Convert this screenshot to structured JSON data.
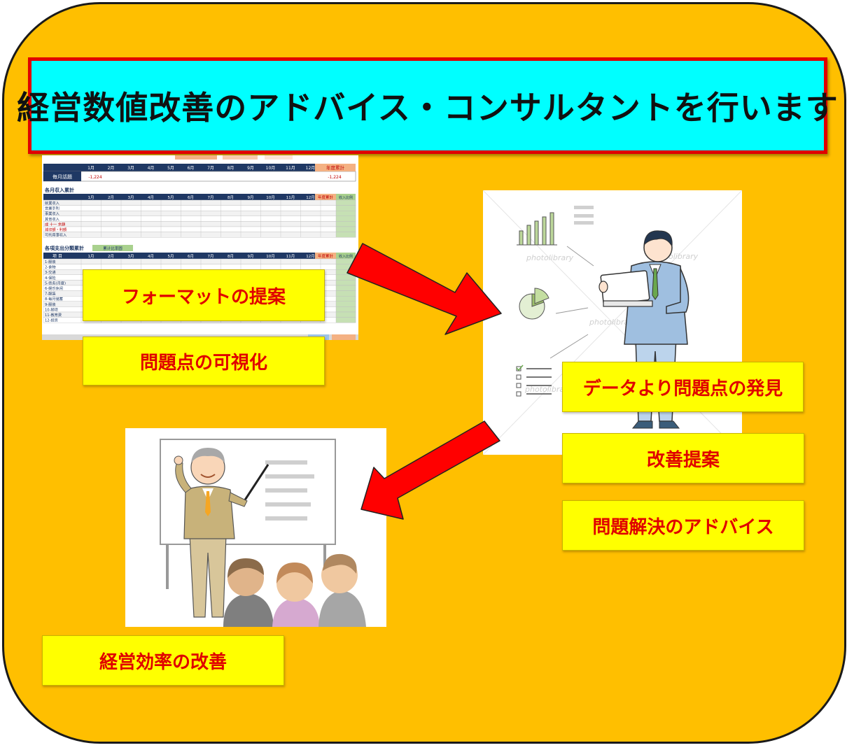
{
  "title": "経営数値改善のアドバイス・コンサルタントを行います",
  "labels": {
    "format": "フォーマットの提案",
    "visualize": "問題点の可視化",
    "discover": "データより問題点の発見",
    "proposal": "改善提案",
    "advice": "問題解決のアドバイス",
    "efficiency": "経営効率の改善"
  },
  "spreadsheet": {
    "months": [
      "1月",
      "2月",
      "3月",
      "4月",
      "5月",
      "6月",
      "7月",
      "8月",
      "9月",
      "10月",
      "11月",
      "12月"
    ],
    "total_header": "年度累計",
    "monthly_title": "毎月話題",
    "income_title": "各月収入累計",
    "expense_title": "各項支出分類累計",
    "income_rows": [
      "就業収入",
      "営業手利",
      "事業収入",
      "其他収入",
      "成 十一 余額",
      "減収額・利額",
      "可托用事収入"
    ],
    "expense_rows": [
      "1-服装",
      "2-食物",
      "3-交通",
      "4-保险",
      "5-债务(月度)",
      "6-娱乐休闲",
      "7-服装",
      "8-每月储蓄",
      "9-服装",
      "10-随项",
      "11-教育费",
      "12-投资"
    ],
    "expense_header": "项 目",
    "monthly_value": "-1,224",
    "compare_label": "累计比率圆",
    "rate_header": "收入比例"
  },
  "watermark": "photolibrary",
  "colors": {
    "background": "#FFBF00",
    "title_bg": "#00FFFF",
    "title_border": "#E00000",
    "label_bg": "#FFFF00",
    "label_text": "#E00000",
    "arrow": "#FF0000"
  }
}
